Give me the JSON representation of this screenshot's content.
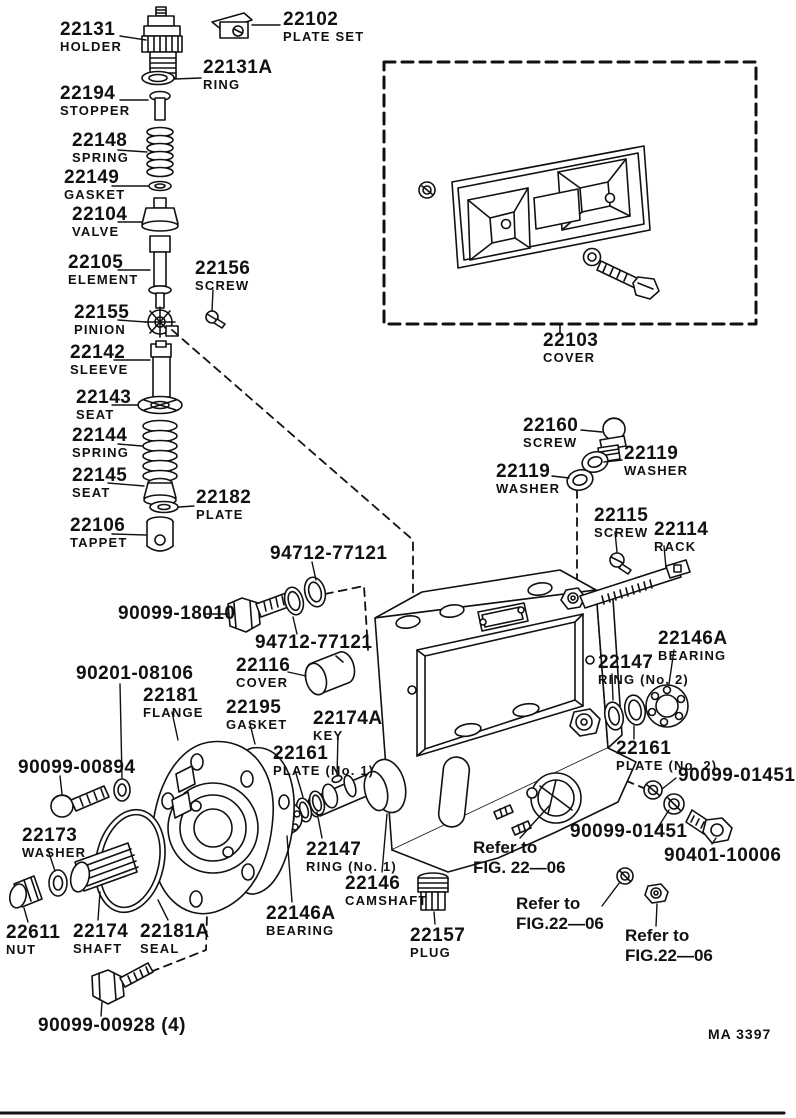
{
  "figure": {
    "code": "MA 3397"
  },
  "parts": {
    "p22131": {
      "number": "22131",
      "name": "HOLDER"
    },
    "p22102": {
      "number": "22102",
      "name": "PLATE SET"
    },
    "p22131A": {
      "number": "22131A",
      "name": "RING"
    },
    "p22194": {
      "number": "22194",
      "name": "STOPPER"
    },
    "p22148": {
      "number": "22148",
      "name": "SPRING"
    },
    "p22149": {
      "number": "22149",
      "name": "GASKET"
    },
    "p22104": {
      "number": "22104",
      "name": "VALVE"
    },
    "p22105": {
      "number": "22105",
      "name": "ELEMENT"
    },
    "p22156": {
      "number": "22156",
      "name": "SCREW"
    },
    "p22155": {
      "number": "22155",
      "name": "PINION"
    },
    "p22142": {
      "number": "22142",
      "name": "SLEEVE"
    },
    "p22143": {
      "number": "22143",
      "name": "SEAT"
    },
    "p22144": {
      "number": "22144",
      "name": "SPRING"
    },
    "p22145": {
      "number": "22145",
      "name": "SEAT"
    },
    "p22182": {
      "number": "22182",
      "name": "PLATE"
    },
    "p22106": {
      "number": "22106",
      "name": "TAPPET"
    },
    "p22103": {
      "number": "22103",
      "name": "COVER"
    },
    "p22160": {
      "number": "22160",
      "name": "SCREW"
    },
    "p22119r": {
      "number": "22119",
      "name": "WASHER"
    },
    "p22119l": {
      "number": "22119",
      "name": "WASHER"
    },
    "p22115": {
      "number": "22115",
      "name": "SCREW"
    },
    "p22114": {
      "number": "22114",
      "name": "RACK"
    },
    "p94712t": {
      "number": "94712-77121"
    },
    "p90099_18010": {
      "number": "90099-18010"
    },
    "p94712b": {
      "number": "94712-77121"
    },
    "p22116": {
      "number": "22116",
      "name": "COVER"
    },
    "p90201": {
      "number": "90201-08106"
    },
    "p22181": {
      "number": "22181",
      "name": "FLANGE"
    },
    "p22195": {
      "number": "22195",
      "name": "GASKET"
    },
    "p22174A": {
      "number": "22174A",
      "name": "KEY"
    },
    "p22161n1": {
      "number": "22161",
      "name": "PLATE (No. 1)"
    },
    "p90099_00894": {
      "number": "90099-00894"
    },
    "p22173": {
      "number": "22173",
      "name": "WASHER"
    },
    "p22611": {
      "number": "22611",
      "name": "NUT"
    },
    "p22174": {
      "number": "22174",
      "name": "SHAFT"
    },
    "p22181A": {
      "number": "22181A",
      "name": "SEAL"
    },
    "p22147n1": {
      "number": "22147",
      "name": "RING (No. 1)"
    },
    "p22146": {
      "number": "22146",
      "name": "CAMSHAFT"
    },
    "p22146Ab": {
      "number": "22146A",
      "name": "BEARING"
    },
    "p22157": {
      "number": "22157",
      "name": "PLUG"
    },
    "p22146Ar": {
      "number": "22146A",
      "name": "BEARING"
    },
    "p22147n2": {
      "number": "22147",
      "name": "RING (No. 2)"
    },
    "p22161n2": {
      "number": "22161",
      "name": "PLATE (No. 2)"
    },
    "p90099_01451a": {
      "number": "90099-01451"
    },
    "p90099_01451b": {
      "number": "90099-01451"
    },
    "p90401": {
      "number": "90401-10006"
    },
    "p90099_00928": {
      "number": "90099-00928 (4)"
    }
  },
  "notes": {
    "refer1": {
      "line1": "Refer to",
      "line2": "FIG. 22—06"
    },
    "refer2": {
      "line1": "Refer to",
      "line2": "FIG.22—06"
    },
    "refer3": {
      "line1": "Refer to",
      "line2": "FIG.22—06"
    }
  }
}
